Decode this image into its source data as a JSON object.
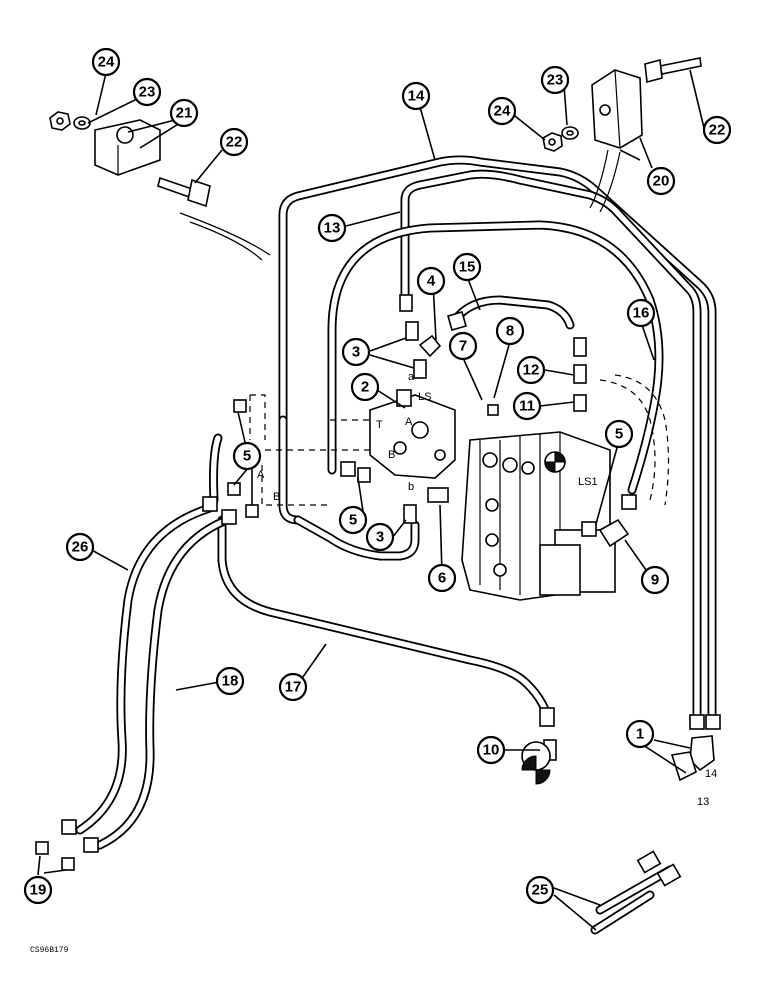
{
  "figure_code": "CS96B179",
  "small_labels": {
    "LS": "LS",
    "LS1": "LS1",
    "T": "T",
    "A": "A",
    "B": "B",
    "a": "a",
    "b": "b",
    "A2": "A",
    "B2": "B",
    "n14": "14",
    "n13": "13"
  },
  "callouts": [
    "1",
    "2",
    "3",
    "3",
    "4",
    "5",
    "5",
    "5",
    "6",
    "7",
    "8",
    "9",
    "10",
    "11",
    "12",
    "13",
    "14",
    "15",
    "16",
    "17",
    "18",
    "19",
    "20",
    "21",
    "22",
    "22",
    "23",
    "23",
    "24",
    "24",
    "25",
    "26"
  ]
}
